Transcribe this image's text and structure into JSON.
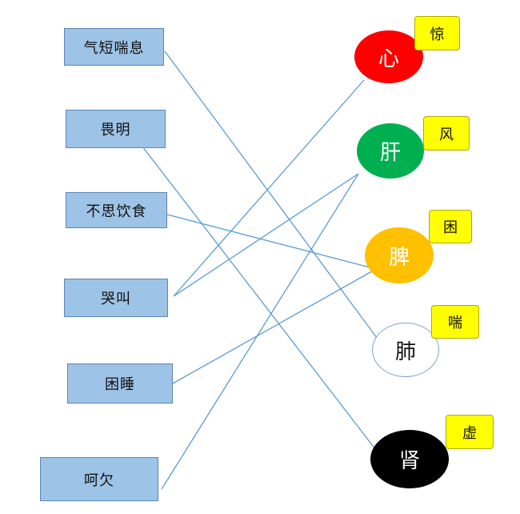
{
  "symptoms": [
    {
      "label": "气短喘息"
    },
    {
      "label": "畏明"
    },
    {
      "label": "不思饮食"
    },
    {
      "label": "哭叫"
    },
    {
      "label": "困睡"
    },
    {
      "label": "呵欠"
    }
  ],
  "organs": [
    {
      "label": "心",
      "tag": "惊",
      "fill": "#ff0000",
      "text_color": "#ffffff"
    },
    {
      "label": "肝",
      "tag": "风",
      "fill": "#00b050",
      "text_color": "#ffffff"
    },
    {
      "label": "脾",
      "tag": "困",
      "fill": "#ffc000",
      "text_color": "#ffffff"
    },
    {
      "label": "肺",
      "tag": "喘",
      "fill": "#ffffff",
      "text_color": "#111111"
    },
    {
      "label": "肾",
      "tag": "虚",
      "fill": "#000000",
      "text_color": "#ffffff"
    }
  ],
  "connections": [
    {
      "symptom": "气短喘息",
      "organ": "肺"
    },
    {
      "symptom": "畏明",
      "organ": "肾"
    },
    {
      "symptom": "不思饮食",
      "organ": "脾"
    },
    {
      "symptom": "哭叫",
      "organ": "心"
    },
    {
      "symptom": "哭叫",
      "organ": "肝"
    },
    {
      "symptom": "困睡",
      "organ": "脾"
    },
    {
      "symptom": "呵欠",
      "organ": "肝"
    }
  ],
  "colors": {
    "line": "#5b9bd5",
    "box_fill": "#9dc3e6",
    "tag_fill": "#ffff00"
  }
}
